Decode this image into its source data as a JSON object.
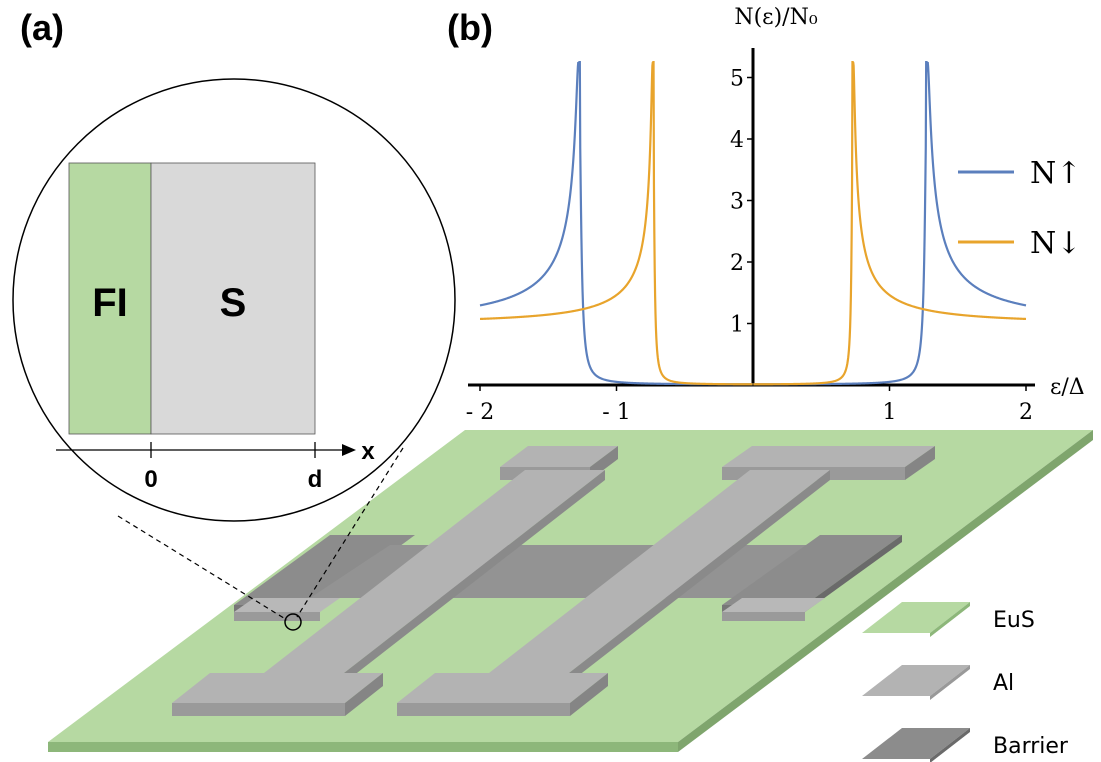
{
  "panels": {
    "a": "(a)",
    "b": "(b)"
  },
  "inset": {
    "fi_label": "FI",
    "s_label": "S",
    "axis_label": "x",
    "tick_zero": "0",
    "tick_d": "d",
    "colors": {
      "fi": "#b6d9a2",
      "s": "#d9d9d9"
    }
  },
  "chart_data": {
    "type": "line",
    "ylabel": "N(ε)/N₀",
    "xlabel": "ε/Δ",
    "xlim": [
      -2.05,
      2.05
    ],
    "ylim": [
      0,
      5.4
    ],
    "xticks": [
      -2,
      -1,
      1,
      2
    ],
    "xtick_labels": [
      "- 2",
      "- 1",
      "1",
      "2"
    ],
    "yticks": [
      1,
      2,
      3,
      4,
      5
    ],
    "ytick_labels": [
      "1",
      "2",
      "3",
      "4",
      "5"
    ],
    "gap_edges": {
      "up": 1.27,
      "down": 0.73
    },
    "peak_height": 5.25,
    "series": [
      {
        "name": "N↑",
        "color": "#5b7fbd",
        "gap_edge": 1.27
      },
      {
        "name": "N↓",
        "color": "#e8a42c",
        "gap_edge": 0.73
      }
    ],
    "legend_position": "right"
  },
  "legend_materials": [
    {
      "name": "EuS",
      "color": "#b6d9a2"
    },
    {
      "name": "Al",
      "color": "#b3b3b3"
    },
    {
      "name": "Barrier",
      "color": "#8c8c8c"
    }
  ]
}
